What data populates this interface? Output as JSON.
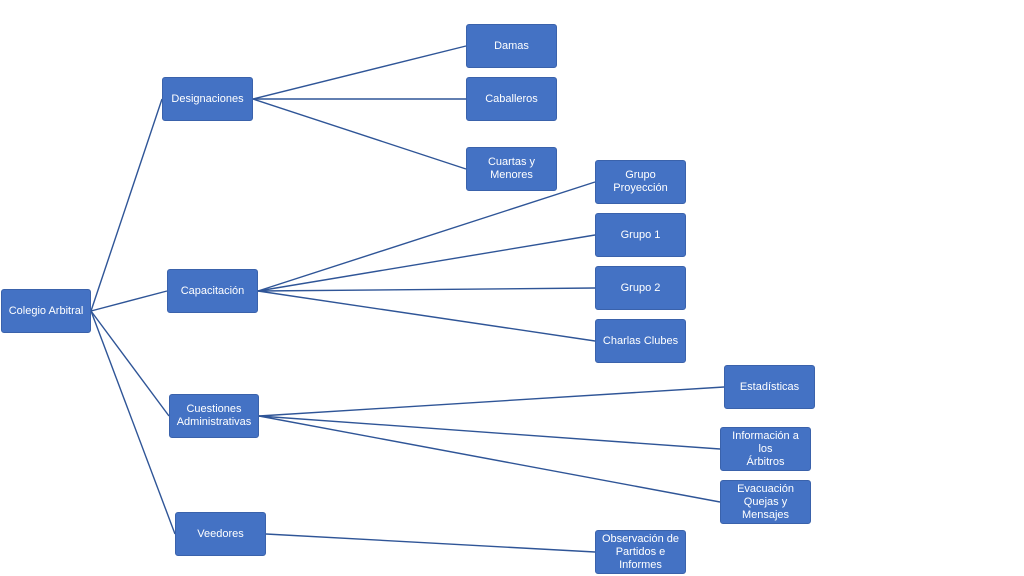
{
  "diagram": {
    "colors": {
      "node_fill": "#4472C4",
      "node_border": "#3A62AB",
      "connector": "#2F5597",
      "text": "#ffffff"
    },
    "root": {
      "label": "Colegio Arbitral"
    },
    "designaciones": {
      "label": "Designaciones",
      "children": [
        "Damas",
        "Caballeros",
        "Cuartas y\nMenores"
      ]
    },
    "capacitacion": {
      "label": "Capacitación",
      "children": [
        "Grupo Proyección",
        "Grupo 1",
        "Grupo 2",
        "Charlas Clubes"
      ]
    },
    "cuestiones": {
      "label": "Cuestiones\nAdministrativas",
      "children": [
        "Estadísticas",
        "Información a los\nÁrbitros",
        "Evacuación\nQuejas y\nMensajes"
      ]
    },
    "veedores": {
      "label": "Veedores",
      "children": [
        "Observación de\nPartidos e\nInformes"
      ]
    }
  }
}
